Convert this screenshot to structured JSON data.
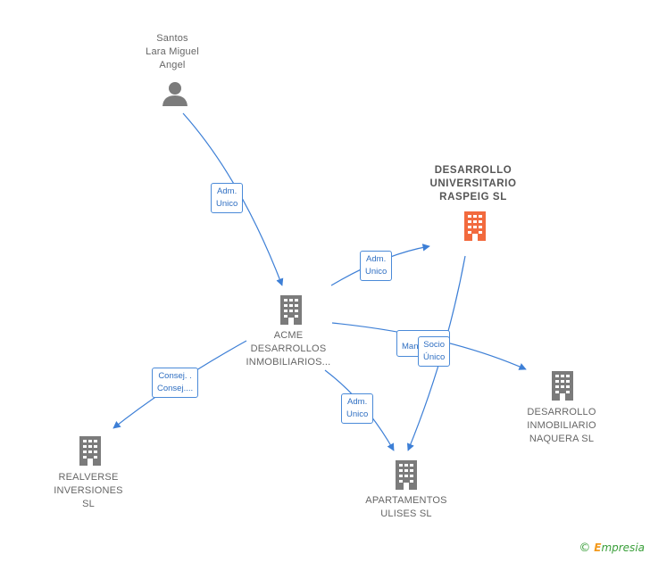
{
  "nodes": {
    "person": {
      "lines": [
        "Santos",
        "Lara Miguel",
        "Angel"
      ]
    },
    "acme": {
      "lines": [
        "ACME",
        "DESARROLLOS",
        "INMOBILIARIOS..."
      ]
    },
    "desarrollo_raspeig": {
      "lines": [
        "DESARROLLO",
        "UNIVERSITARIO",
        "RASPEIG  SL"
      ],
      "highlight_color": "#f26a3e"
    },
    "realverse": {
      "lines": [
        "REALVERSE",
        "INVERSIONES",
        "SL"
      ]
    },
    "apartamentos": {
      "lines": [
        "APARTAMENTOS",
        "ULISES  SL"
      ]
    },
    "naquera": {
      "lines": [
        "DESARROLLO",
        "INMOBILIARIO",
        "NAQUERA  SL"
      ]
    }
  },
  "edges": {
    "person_acme": [
      "Adm.",
      "Unico"
    ],
    "acme_raspeig": [
      "Adm.",
      "Unico"
    ],
    "acme_realverse": [
      "Consej. .",
      "Consej...."
    ],
    "acme_apartamentos": [
      "Adm.",
      "Unico"
    ],
    "acme_naquera": [
      "Manc"
    ],
    "raspeig_apartamentos": [
      "Socio",
      "Único"
    ]
  },
  "colors": {
    "edge": "#3d7fd6",
    "building_default": "#7b7b7b",
    "building_highlight": "#f26a3e",
    "person_icon": "#7b7b7b"
  },
  "icons": {
    "person": "person-icon",
    "company": "building-icon"
  },
  "watermark": {
    "copyright": "©",
    "brand_first": "E",
    "brand_rest": "mpresia"
  }
}
